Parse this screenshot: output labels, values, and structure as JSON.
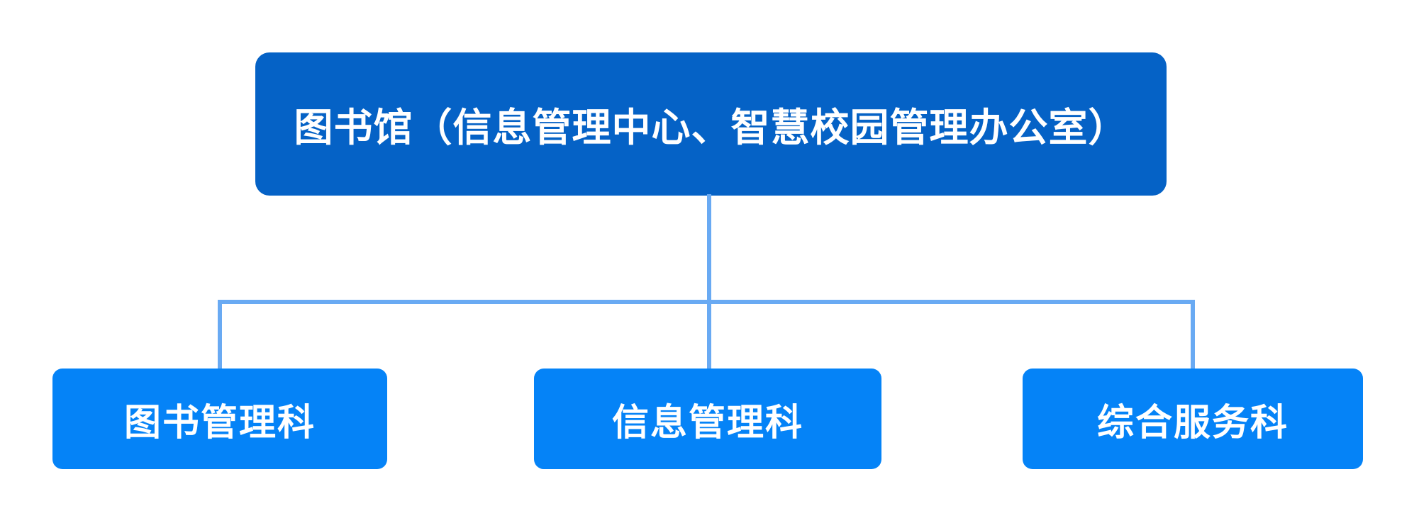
{
  "diagram": {
    "type": "org-chart",
    "root": {
      "label": "图书馆（信息管理中心、智慧校园管理办公室）"
    },
    "children": [
      {
        "label": "图书管理科"
      },
      {
        "label": "信息管理科"
      },
      {
        "label": "综合服务科"
      }
    ]
  },
  "colors": {
    "background": "#ffffff",
    "root-box-bg": "#0562c6",
    "child-box-bg": "#0583f7",
    "connector": "#69aaf3",
    "box-text": "#ffffff"
  }
}
